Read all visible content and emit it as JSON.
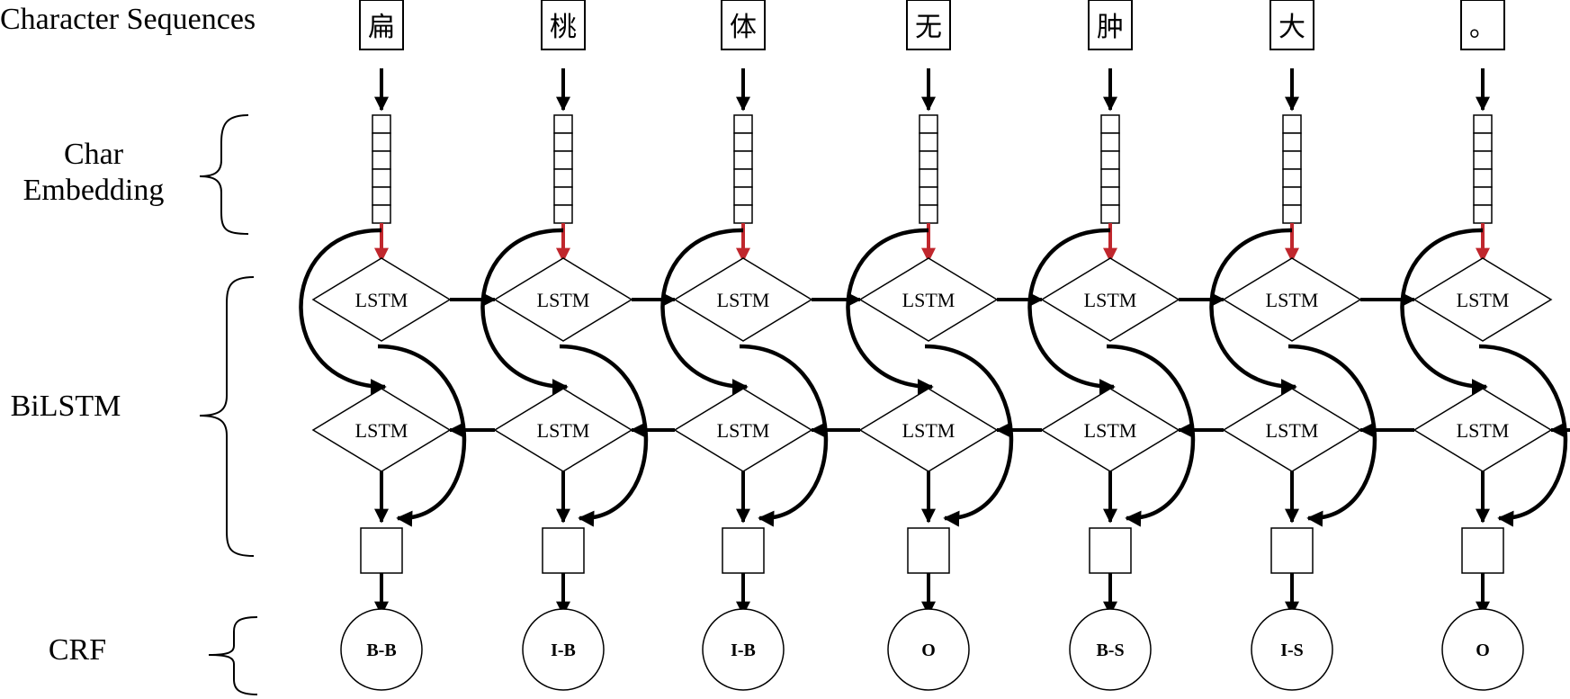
{
  "row_labels": {
    "character_sequences": "Character Sequences",
    "char_embedding_line1": "Char",
    "char_embedding_line2": "Embedding",
    "bilstm": "BiLSTM",
    "crf": "CRF"
  },
  "characters": [
    "扁",
    "桃",
    "体",
    "无",
    "肿",
    "大",
    "。"
  ],
  "lstm_label": "LSTM",
  "crf_tags": [
    "B-B",
    "I-B",
    "I-B",
    "O",
    "B-S",
    "I-S",
    "O"
  ],
  "colors": {
    "stroke": "#000000",
    "accent_arrow": "#c0272d",
    "background": "#ffffff"
  }
}
